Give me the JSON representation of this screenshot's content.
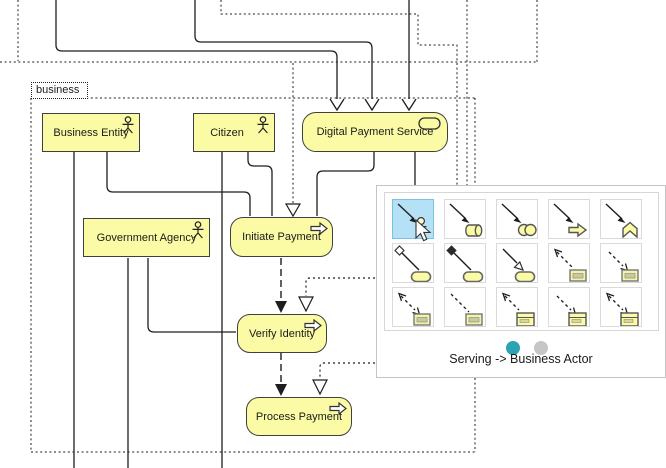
{
  "diagram": {
    "group_label": "business",
    "nodes": {
      "business_entity": {
        "label": "Business Entity",
        "type": "business-actor"
      },
      "citizen": {
        "label": "Citizen",
        "type": "business-actor"
      },
      "digital_payment_service": {
        "label": "Digital Payment Service",
        "type": "business-service"
      },
      "government_agency": {
        "label": "Government Agency",
        "type": "business-actor"
      },
      "initiate_payment": {
        "label": "Initiate Payment",
        "type": "business-process"
      },
      "verify_identity": {
        "label": "Verify Identity",
        "type": "business-process"
      },
      "process_payment": {
        "label": "Process Payment",
        "type": "business-process"
      }
    }
  },
  "popup": {
    "caption": "Serving -> Business Actor",
    "page_dots": [
      {
        "name": "page-dot-1",
        "active": true
      },
      {
        "name": "page-dot-2",
        "active": false
      }
    ],
    "cells": [
      {
        "icon": "serving-to-business-actor",
        "selected": true
      },
      {
        "icon": "serving-to-business-role",
        "selected": false
      },
      {
        "icon": "serving-to-business-collaboration",
        "selected": false
      },
      {
        "icon": "serving-to-business-process",
        "selected": false
      },
      {
        "icon": "serving-to-business-function",
        "selected": false
      },
      {
        "icon": "aggregation-to-business-service",
        "selected": false
      },
      {
        "icon": "composition-to-business-service",
        "selected": false
      },
      {
        "icon": "specialization-to-business-service",
        "selected": false
      },
      {
        "icon": "access-up-to-representation",
        "selected": false
      },
      {
        "icon": "access-down-to-representation",
        "selected": false
      },
      {
        "icon": "access-both-to-representation",
        "selected": false
      },
      {
        "icon": "association-to-representation",
        "selected": false
      },
      {
        "icon": "access-up-to-business-object",
        "selected": false
      },
      {
        "icon": "access-down-to-business-object",
        "selected": false
      },
      {
        "icon": "access-both-to-business-object",
        "selected": false
      }
    ]
  },
  "cursor_icon": "mouse-pointer-icon",
  "colors": {
    "node_fill": "#fbfba5",
    "node_border": "#3f3f3f",
    "selected_cell_bg": "#b5e1f6",
    "active_dot": "#2ba3b4",
    "inactive_dot": "#c6c6c6",
    "popup_border": "#c4c4c4",
    "line": "#1e1e1e"
  }
}
